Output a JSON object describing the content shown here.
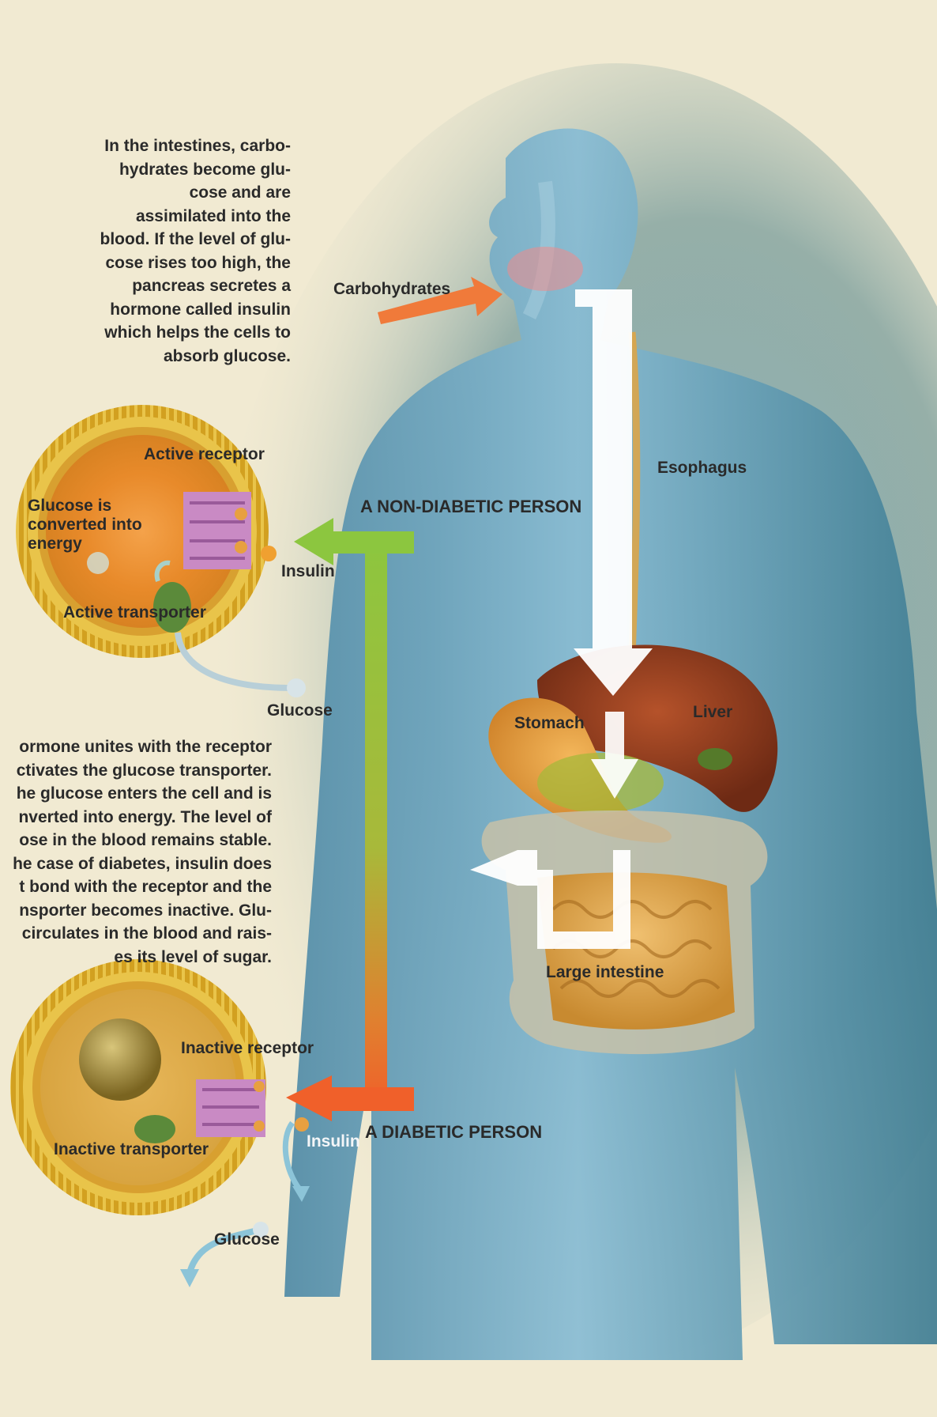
{
  "intro_text": "In the intestines, carbo-\nhydrates become glu-\ncose and are\nassimilated into the\nblood. If the level of glu-\ncose rises too high, the\npancreas secretes a\nhormone called insulin\nwhich helps the cells to\nabsorb glucose.",
  "explanation_text": "ormone unites with the receptor\nctivates the glucose transporter.\nhe glucose enters the cell and is\nnverted into energy. The level of\nose in the blood remains stable.\nhe case of diabetes, insulin does\nt bond with the receptor and the\nnsporter becomes inactive. Glu-\ncirculates in the blood and rais-\nes its level of sugar.",
  "labels": {
    "carbohydrates": "Carbohydrates",
    "esophagus": "Esophagus",
    "non_diabetic": "A NON-DIABETIC PERSON",
    "diabetic": "A DIABETIC PERSON",
    "active_receptor": "Active receptor",
    "glucose_converted": "Glucose is\nconverted into\nenergy",
    "insulin_top": "Insulin",
    "active_transporter": "Active transporter",
    "glucose_top": "Glucose",
    "stomach": "Stomach",
    "liver": "Liver",
    "large_intestine": "Large intestine",
    "inactive_receptor": "Inactive receptor",
    "inactive_transporter": "Inactive transporter",
    "insulin_bottom": "Insulin",
    "glucose_bottom": "Glucose"
  },
  "colors": {
    "background": "#f1ead2",
    "body": "#6ea8c4",
    "digestive_arrow": "#ffffff",
    "non_diabetic_arrow": "#8cc63f",
    "diabetic_arrow": "#f0602a",
    "cell_membrane": "#d9a521"
  }
}
